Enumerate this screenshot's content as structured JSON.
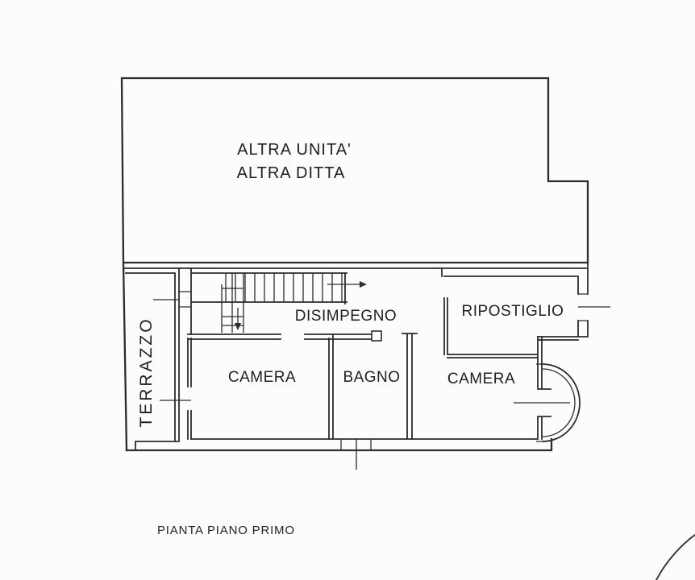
{
  "colors": {
    "ink": "#2c2c2c",
    "paper": "#fcfcfc"
  },
  "plan": {
    "upper_unit": {
      "line1": "ALTRA UNITA'",
      "line2": "ALTRA DITTA"
    },
    "terrazzo": "TERRAZZO",
    "disimpegno": "DISIMPEGNO",
    "ripostiglio": "RIPOSTIGLIO",
    "camera_left": "CAMERA",
    "bagno": "BAGNO",
    "camera_right": "CAMERA"
  },
  "caption": "PIANTA PIANO PRIMO"
}
